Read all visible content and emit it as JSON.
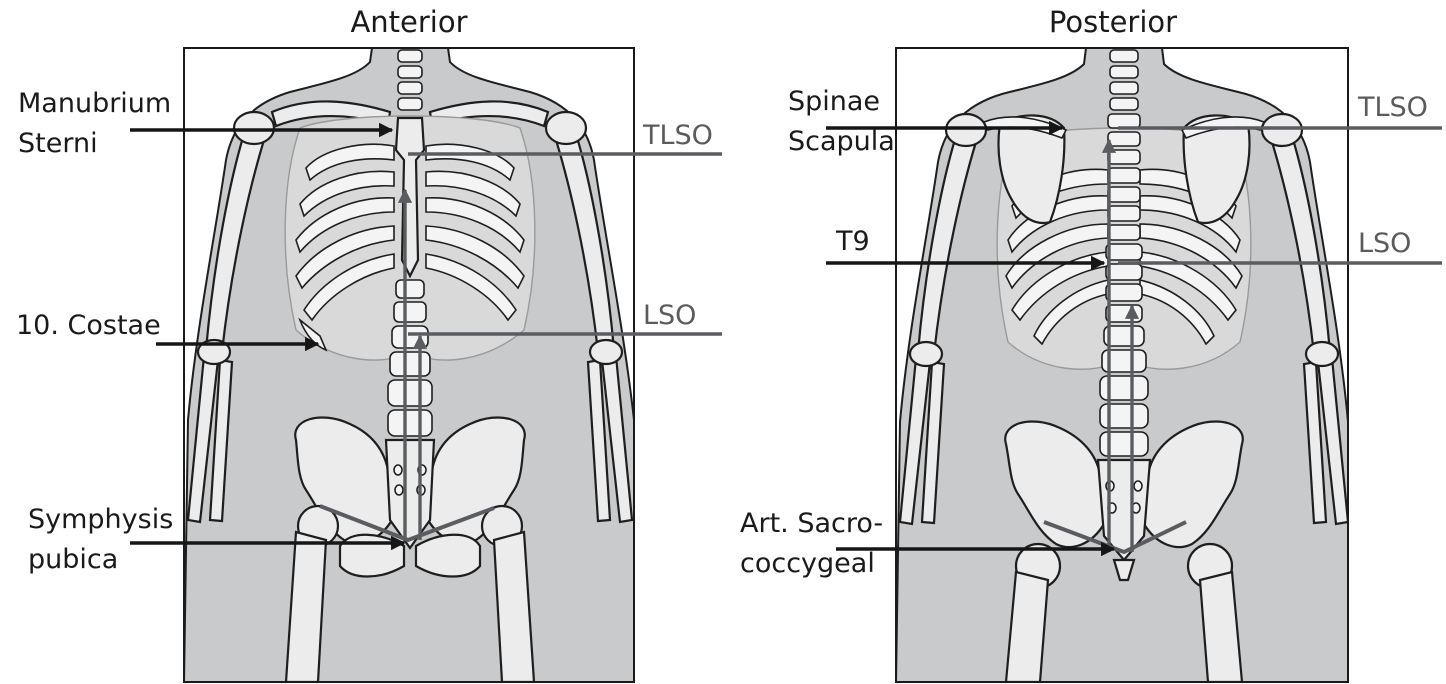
{
  "panels": [
    {
      "title": "Anterior",
      "left_labels": [
        {
          "id": "manubrium",
          "lines": [
            "Manubrium",
            "Sterni"
          ]
        },
        {
          "id": "costae",
          "lines": [
            "10. Costae"
          ]
        },
        {
          "id": "symphysis",
          "lines": [
            "Symphysis",
            "pubica"
          ]
        }
      ],
      "right_labels": [
        {
          "id": "tlso",
          "text": "TLSO"
        },
        {
          "id": "lso",
          "text": "LSO"
        }
      ]
    },
    {
      "title": "Posterior",
      "left_labels": [
        {
          "id": "spinae",
          "lines": [
            "Spinae",
            "Scapula"
          ]
        },
        {
          "id": "t9",
          "lines": [
            "T9"
          ]
        },
        {
          "id": "sacro",
          "lines": [
            "Art. Sacro-",
            "coccygeal"
          ]
        }
      ],
      "right_labels": [
        {
          "id": "tlso",
          "text": "TLSO"
        },
        {
          "id": "lso",
          "text": "LSO"
        }
      ]
    }
  ],
  "colors": {
    "dark_pointer": "#161616",
    "gray_pointer": "#5b5c60",
    "skin": "#c9cacb",
    "bone": "#ececec"
  }
}
